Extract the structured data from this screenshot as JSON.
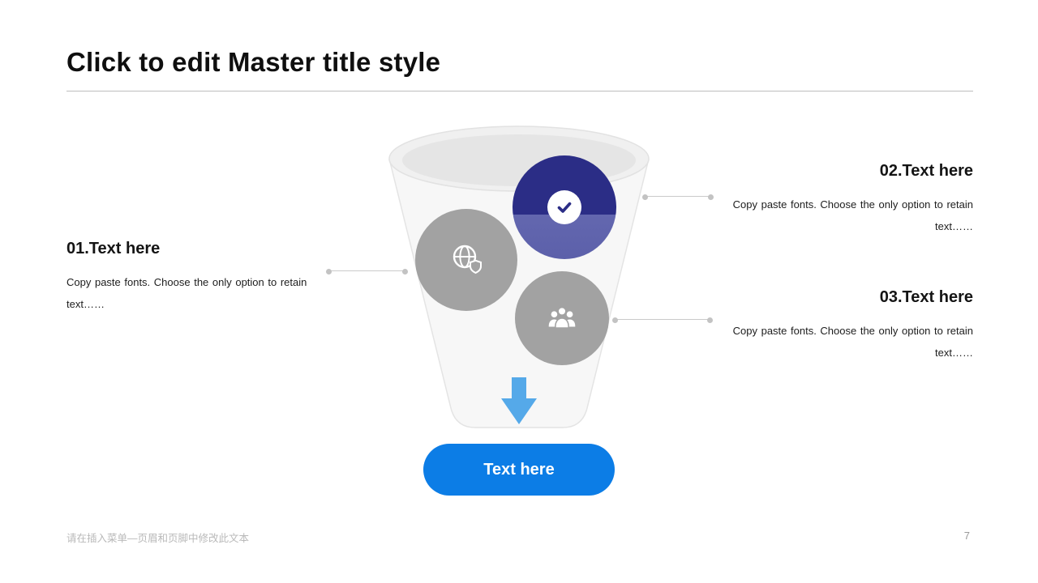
{
  "slide": {
    "title": "Click to edit Master title style",
    "footer_note": "请在插入菜单—页眉和页脚中修改此文本",
    "page_number": "7"
  },
  "callouts": [
    {
      "heading": "01.Text here",
      "body": "Copy paste fonts. Choose the only option to retain text……"
    },
    {
      "heading": "02.Text here",
      "body": "Copy paste fonts. Choose the only option to retain text……"
    },
    {
      "heading": "03.Text here",
      "body": "Copy paste fonts. Choose the only option to retain text……"
    }
  ],
  "funnel": {
    "button_label": "Text here",
    "icons": [
      "check-icon",
      "globe-shield-icon",
      "people-icon",
      "down-arrow-icon"
    ]
  },
  "colors": {
    "accent_navy": "#2b2d86",
    "accent_blue": "#0c7de6",
    "arrow_blue": "#55a9e9",
    "circle_gray": "#a2a2a2"
  }
}
